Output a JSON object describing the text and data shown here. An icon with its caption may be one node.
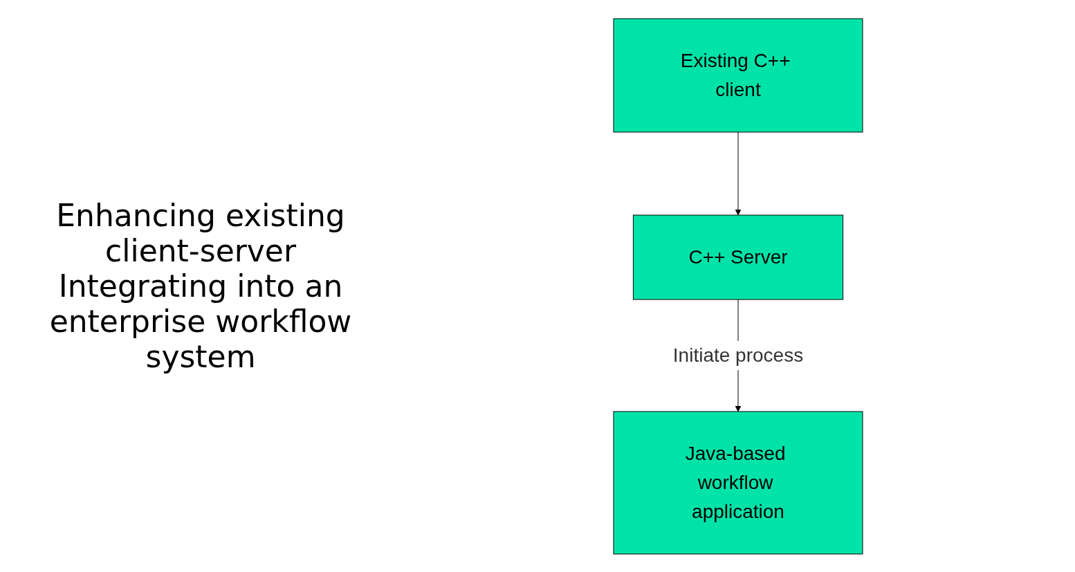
{
  "diagram": {
    "nodes": [
      {
        "text": [
          "Existing C++ client"
        ]
      },
      {
        "text": [
          "C++ Server"
        ]
      },
      {
        "text": [
          "Java-based workflow application"
        ]
      }
    ],
    "edges": [
      {
        "from": 0,
        "to": 1,
        "arrow": "to"
      },
      {
        "from": 1,
        "to": 2,
        "arrow": "to",
        "label": "Initiate process"
      }
    ],
    "labels": [
      "Enhancing existing client-server Integrating into an enterprise workflow system"
    ]
  }
}
